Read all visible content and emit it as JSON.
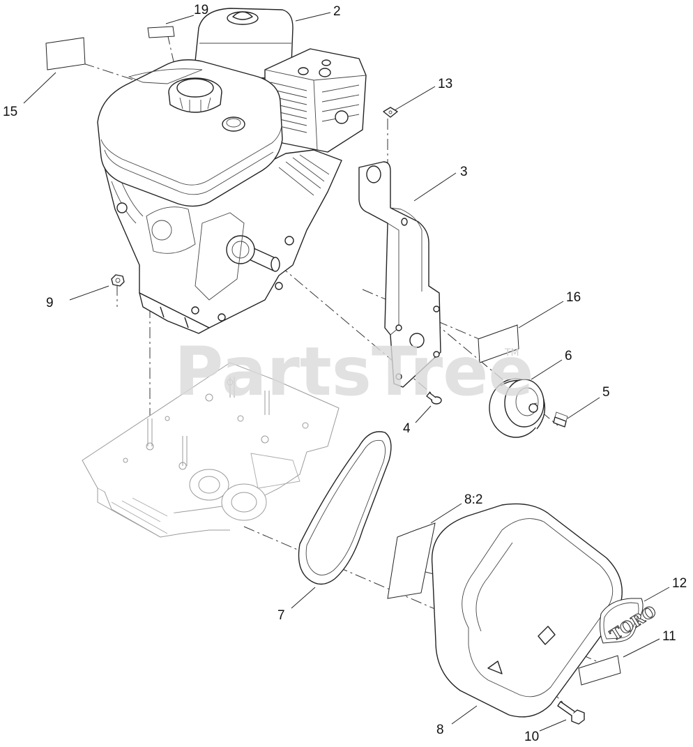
{
  "watermark": {
    "text": "PartsTree",
    "trademark": "TM"
  },
  "decal_logo": "TORO",
  "callouts": [
    {
      "id": "c2",
      "label": "2"
    },
    {
      "id": "c3",
      "label": "3"
    },
    {
      "id": "c4",
      "label": "4"
    },
    {
      "id": "c5",
      "label": "5"
    },
    {
      "id": "c6",
      "label": "6"
    },
    {
      "id": "c7",
      "label": "7"
    },
    {
      "id": "c8",
      "label": "8"
    },
    {
      "id": "c8-2",
      "label": "8:2"
    },
    {
      "id": "c9",
      "label": "9"
    },
    {
      "id": "c10",
      "label": "10"
    },
    {
      "id": "c11",
      "label": "11"
    },
    {
      "id": "c12",
      "label": "12"
    },
    {
      "id": "c13",
      "label": "13"
    },
    {
      "id": "c15",
      "label": "15"
    },
    {
      "id": "c16",
      "label": "16"
    },
    {
      "id": "c19",
      "label": "19"
    }
  ]
}
